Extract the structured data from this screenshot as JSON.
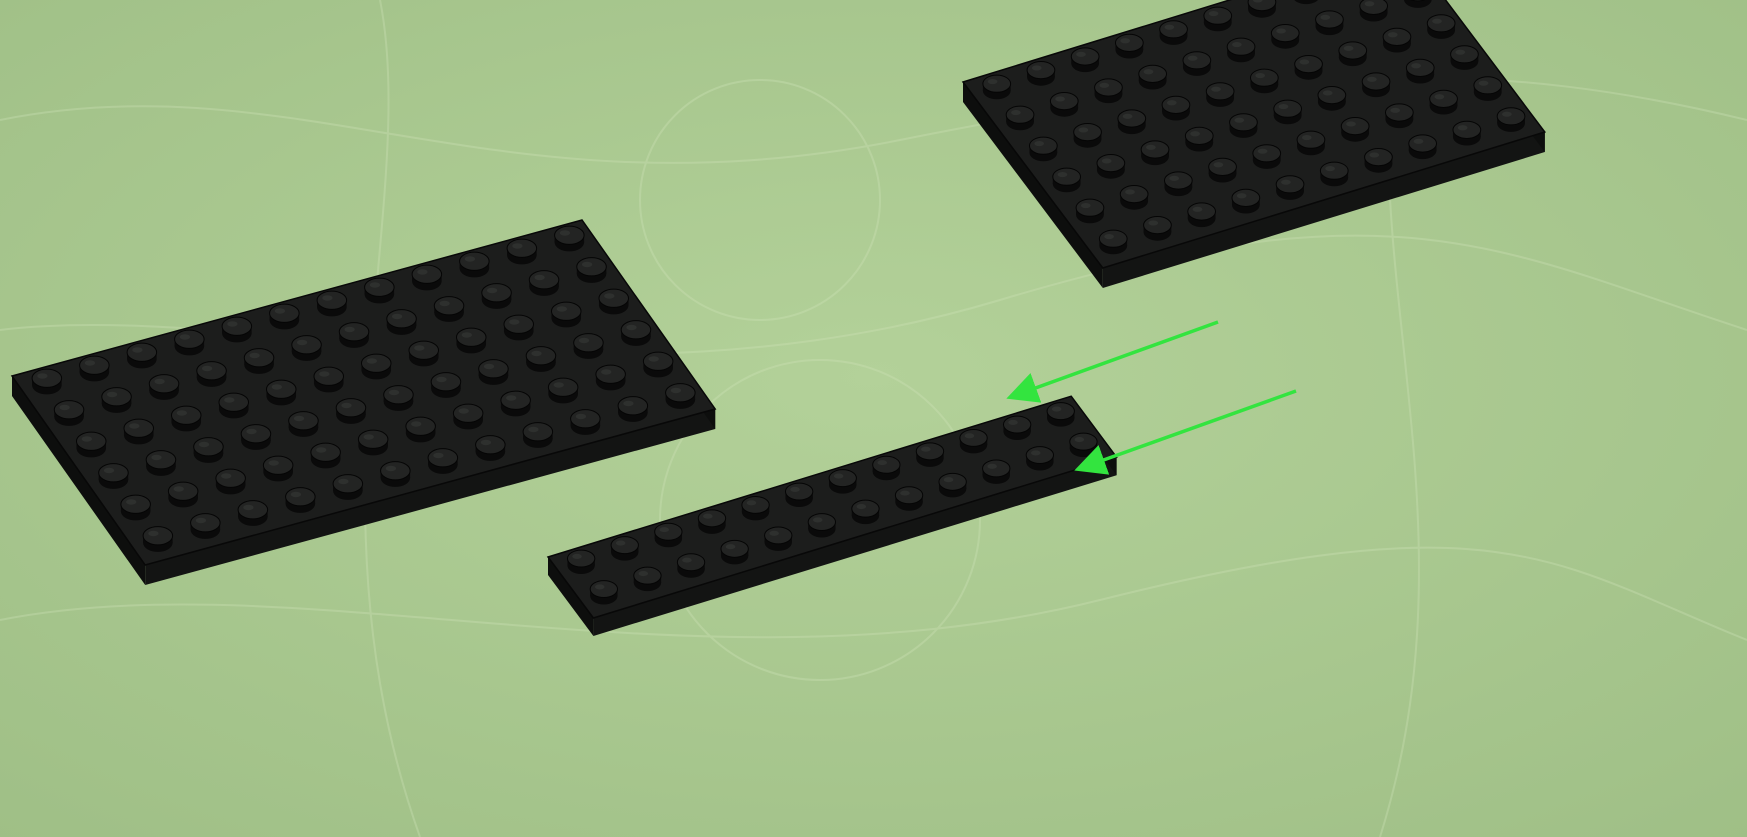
{
  "colors": {
    "background": "#a9c98f",
    "background_vignette": "#9fbf86",
    "texture_line": "#bcd6a4",
    "plate_top": "#1c1d1c",
    "plate_side": "#0d0e0d",
    "plate_front": "#131413",
    "stud_top": "#232423",
    "stud_side": "#0a0a0a",
    "stud_highlight": "#3a3c3a",
    "arrow": "#33e43f"
  },
  "pieces": [
    {
      "name": "plate-left-large",
      "rows": 6,
      "cols": 12,
      "icon": "lego-plate"
    },
    {
      "name": "plate-middle-long",
      "rows": 2,
      "cols": 12,
      "icon": "lego-plate"
    },
    {
      "name": "plate-right-large",
      "rows": 6,
      "cols": 10,
      "icon": "lego-plate"
    }
  ],
  "arrows": [
    {
      "name": "attach-arrow-upper",
      "icon": "arrow-left"
    },
    {
      "name": "attach-arrow-lower",
      "icon": "arrow-left"
    }
  ]
}
